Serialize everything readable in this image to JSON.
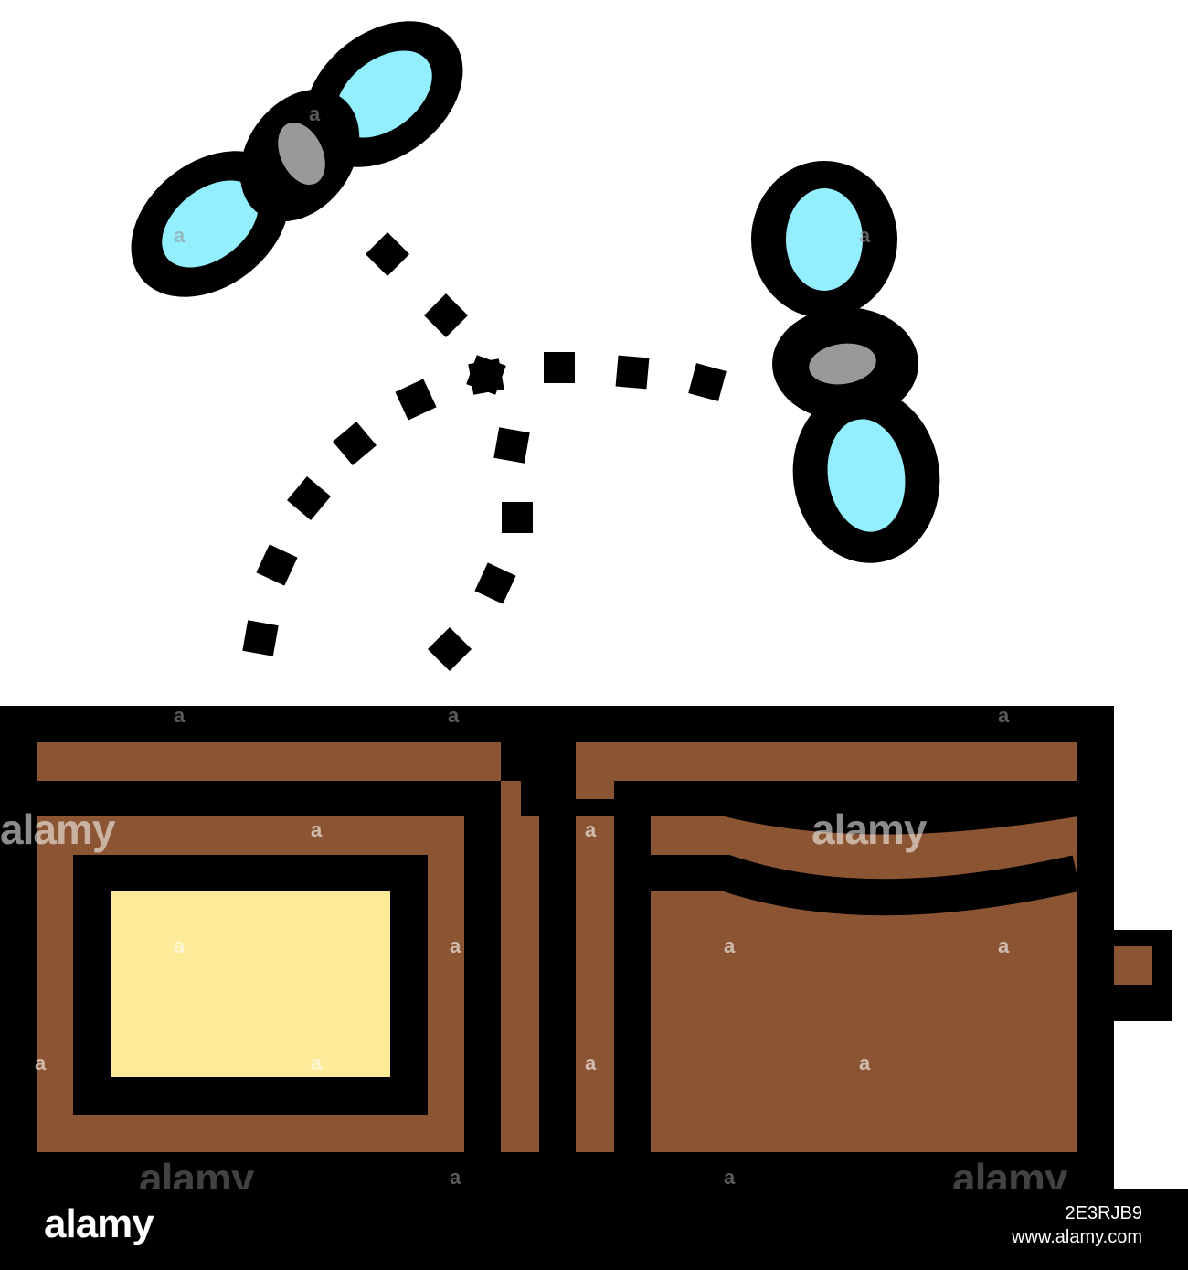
{
  "colors": {
    "outline": "#000000",
    "wallet_brown": "#8B5533",
    "window_yellow": "#FDEB9A",
    "wing_blue": "#93EEFE",
    "body_gray": "#999999",
    "background": "#ffffff"
  },
  "icons": [
    "flying-money-moth-icon",
    "wallet-icon"
  ],
  "watermark": {
    "text": "alamy",
    "mark": "a"
  },
  "footer": {
    "brand": "alamy",
    "image_id": "2E3RJB9",
    "site": "www.alamy.com"
  }
}
